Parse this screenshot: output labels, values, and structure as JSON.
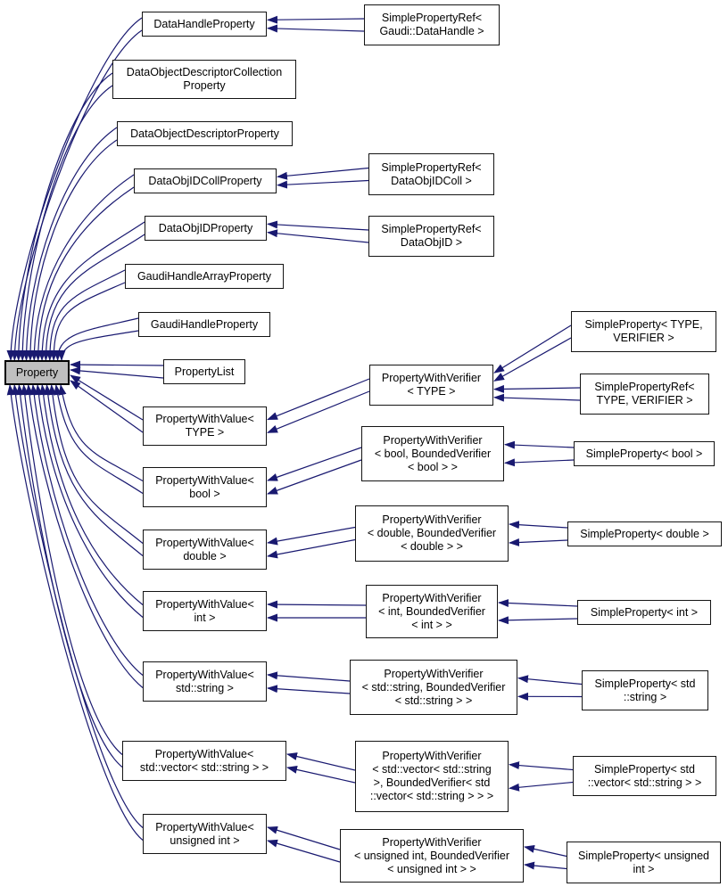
{
  "diagram": {
    "kind": "class-inheritance-graph",
    "highlighted_node": "Property",
    "colors": {
      "edge": "#191970",
      "node_border": "#141414",
      "node_fill": "#ffffff",
      "highlighted_node_fill": "#bfbfbf",
      "background": "#ffffff"
    },
    "nodes": [
      {
        "id": "property",
        "label": "Property"
      },
      {
        "id": "dataHandleProperty",
        "label": "DataHandleProperty"
      },
      {
        "id": "dodcProperty",
        "label": "DataObjectDescriptorCollection\nProperty"
      },
      {
        "id": "dodProperty",
        "label": "DataObjectDescriptorProperty"
      },
      {
        "id": "dataObjIDCollProperty",
        "label": "DataObjIDCollProperty"
      },
      {
        "id": "dataObjIDProperty",
        "label": "DataObjIDProperty"
      },
      {
        "id": "gaudiHandleArrayProperty",
        "label": "GaudiHandleArrayProperty"
      },
      {
        "id": "gaudiHandleProperty",
        "label": "GaudiHandleProperty"
      },
      {
        "id": "propertyList",
        "label": "PropertyList"
      },
      {
        "id": "pwvTYPE",
        "label": "PropertyWithValue<\nTYPE >"
      },
      {
        "id": "pwvBool",
        "label": "PropertyWithValue<\nbool >"
      },
      {
        "id": "pwvDouble",
        "label": "PropertyWithValue<\ndouble >"
      },
      {
        "id": "pwvInt",
        "label": "PropertyWithValue<\nint >"
      },
      {
        "id": "pwvString",
        "label": "PropertyWithValue<\nstd::string >"
      },
      {
        "id": "pwvVector",
        "label": "PropertyWithValue<\nstd::vector< std::string > >"
      },
      {
        "id": "pwvUInt",
        "label": "PropertyWithValue<\nunsigned int >"
      },
      {
        "id": "sprGaudiDataHandle",
        "label": "SimplePropertyRef<\nGaudi::DataHandle >"
      },
      {
        "id": "sprDataObjIDColl",
        "label": "SimplePropertyRef<\nDataObjIDColl >"
      },
      {
        "id": "sprDataObjID",
        "label": "SimplePropertyRef<\nDataObjID >"
      },
      {
        "id": "pwvfTYPE",
        "label": "PropertyWithVerifier\n< TYPE >"
      },
      {
        "id": "pwvfBool",
        "label": "PropertyWithVerifier\n< bool, BoundedVerifier\n< bool > >"
      },
      {
        "id": "pwvfDouble",
        "label": "PropertyWithVerifier\n< double, BoundedVerifier\n< double > >"
      },
      {
        "id": "pwvfInt",
        "label": "PropertyWithVerifier\n< int, BoundedVerifier\n< int > >"
      },
      {
        "id": "pwvfString",
        "label": "PropertyWithVerifier\n< std::string, BoundedVerifier\n< std::string > >"
      },
      {
        "id": "pwvfVector",
        "label": "PropertyWithVerifier\n< std::vector< std::string\n>, BoundedVerifier< std\n::vector< std::string > > >"
      },
      {
        "id": "pwvfUInt",
        "label": "PropertyWithVerifier\n< unsigned int, BoundedVerifier\n< unsigned int > >"
      },
      {
        "id": "spTYPE",
        "label": "SimpleProperty< TYPE,\nVERIFIER >"
      },
      {
        "id": "sprTYPE",
        "label": "SimplePropertyRef<\nTYPE, VERIFIER >"
      },
      {
        "id": "spBool",
        "label": "SimpleProperty< bool >"
      },
      {
        "id": "spDouble",
        "label": "SimpleProperty< double >"
      },
      {
        "id": "spInt",
        "label": "SimpleProperty< int >"
      },
      {
        "id": "spString",
        "label": "SimpleProperty< std\n::string >"
      },
      {
        "id": "spVector",
        "label": "SimpleProperty< std\n::vector< std::string > >"
      },
      {
        "id": "spUInt",
        "label": "SimpleProperty< unsigned\nint >"
      }
    ],
    "edges": [
      {
        "from": "dataHandleProperty",
        "to": "property"
      },
      {
        "from": "dodcProperty",
        "to": "property"
      },
      {
        "from": "dodProperty",
        "to": "property"
      },
      {
        "from": "dataObjIDCollProperty",
        "to": "property"
      },
      {
        "from": "dataObjIDProperty",
        "to": "property"
      },
      {
        "from": "gaudiHandleArrayProperty",
        "to": "property"
      },
      {
        "from": "gaudiHandleProperty",
        "to": "property"
      },
      {
        "from": "propertyList",
        "to": "property"
      },
      {
        "from": "pwvTYPE",
        "to": "property"
      },
      {
        "from": "pwvBool",
        "to": "property"
      },
      {
        "from": "pwvDouble",
        "to": "property"
      },
      {
        "from": "pwvInt",
        "to": "property"
      },
      {
        "from": "pwvString",
        "to": "property"
      },
      {
        "from": "pwvVector",
        "to": "property"
      },
      {
        "from": "pwvUInt",
        "to": "property"
      },
      {
        "from": "sprGaudiDataHandle",
        "to": "dataHandleProperty"
      },
      {
        "from": "sprDataObjIDColl",
        "to": "dataObjIDCollProperty"
      },
      {
        "from": "sprDataObjID",
        "to": "dataObjIDProperty"
      },
      {
        "from": "pwvfTYPE",
        "to": "pwvTYPE"
      },
      {
        "from": "pwvfBool",
        "to": "pwvBool"
      },
      {
        "from": "pwvfDouble",
        "to": "pwvDouble"
      },
      {
        "from": "pwvfInt",
        "to": "pwvInt"
      },
      {
        "from": "pwvfString",
        "to": "pwvString"
      },
      {
        "from": "pwvfVector",
        "to": "pwvVector"
      },
      {
        "from": "pwvfUInt",
        "to": "pwvUInt"
      },
      {
        "from": "spTYPE",
        "to": "pwvfTYPE"
      },
      {
        "from": "sprTYPE",
        "to": "pwvfTYPE"
      },
      {
        "from": "spBool",
        "to": "pwvfBool"
      },
      {
        "from": "spDouble",
        "to": "pwvfDouble"
      },
      {
        "from": "spInt",
        "to": "pwvfInt"
      },
      {
        "from": "spString",
        "to": "pwvfString"
      },
      {
        "from": "spVector",
        "to": "pwvfVector"
      },
      {
        "from": "spUInt",
        "to": "pwvfUInt"
      }
    ]
  }
}
